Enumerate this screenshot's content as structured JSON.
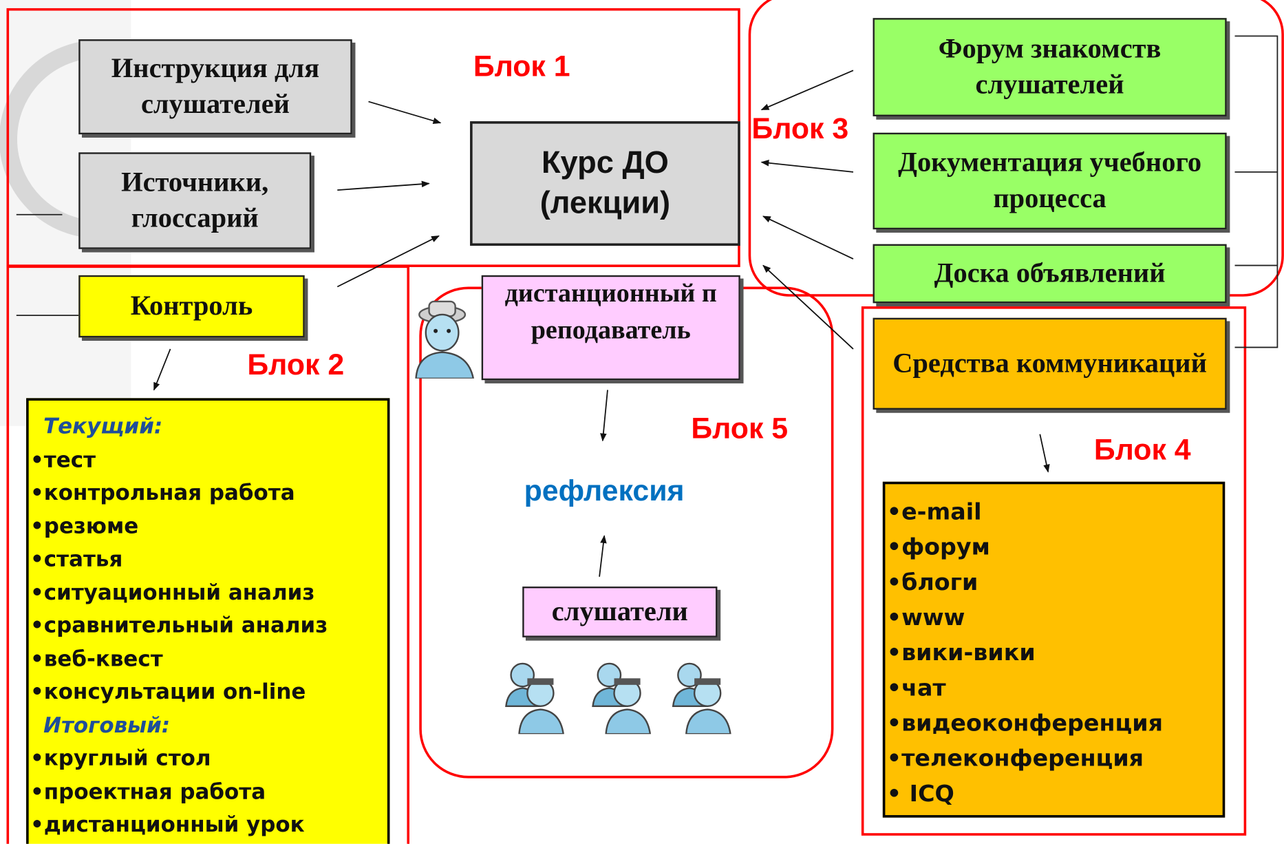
{
  "block_labels": {
    "b1": "Блок 1",
    "b2": "Блок 2",
    "b3": "Блок 3",
    "b4": "Блок 4",
    "b5": "Блок 5"
  },
  "boxes": {
    "instruction": "Инструкция для слушателей",
    "sources": "Источники, глоссарий",
    "course": "Курс  ДО (лекции)",
    "control": "Контроль",
    "forum_intro": "Форум знакомств слушателей",
    "documentation": "Документация учебного процесса",
    "board": "Доска объявлений",
    "comm_means": "Средства коммуникаций",
    "teacher": "дистанционный преподаватель",
    "reflection": "рефлексия",
    "students": "слушатели"
  },
  "control_list": {
    "current_header": "Текущий:",
    "current": [
      "•тест",
      "•контрольная работа",
      "•резюме",
      "•статья",
      "•ситуационный анализ",
      "•сравнительный анализ",
      "•веб-квест",
      "•консультации on-line"
    ],
    "final_header": "Итоговый:",
    "final": [
      "•круглый стол",
      "•проектная работа",
      "•дистанционный урок"
    ]
  },
  "comm_list": {
    "items": [
      "•e-mail",
      "•форум",
      "•блоги",
      "•www",
      "•вики-вики",
      "•чат",
      "•видеоконференция",
      "•телеконференция",
      "• ICQ"
    ]
  },
  "colors": {
    "block_outline": "#ff0000",
    "gray_box": "#d9d9d9",
    "green_box": "#99ff66",
    "yellow_box": "#ffff00",
    "orange_box": "#ffc000",
    "pink_box": "#ffccff",
    "reflection_text": "#0070c0",
    "list_header": "#1f4e9a"
  },
  "icons": {
    "teacher": "teacher-person-icon",
    "students": "student-group-icon"
  }
}
